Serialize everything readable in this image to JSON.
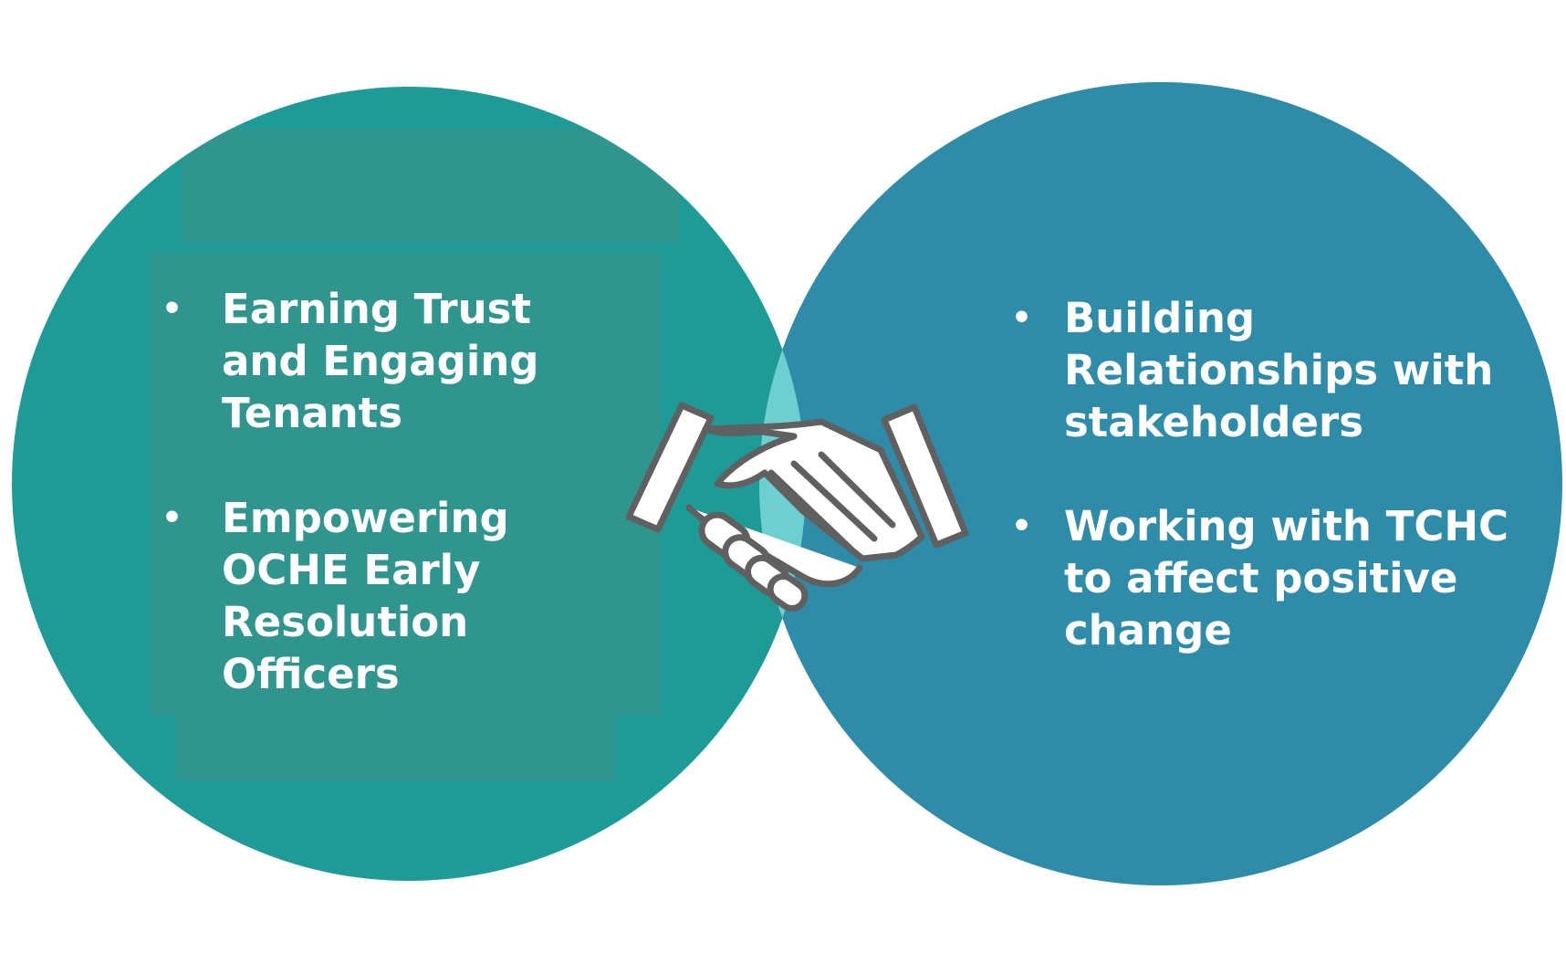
{
  "colors": {
    "left_circle": "#1e9b96",
    "right_circle": "#2f8ca9",
    "overlap": "#6ecfd0",
    "text_panel": "#31958f",
    "text": "#ffffff",
    "handshake_fill": "#ffffff",
    "handshake_outline": "#606060"
  },
  "left": {
    "items": [
      {
        "bullet": "•",
        "text": "Earning Trust and Engaging Tenants"
      },
      {
        "bullet": "•",
        "text": "Empowering OCHE Early Resolution Officers"
      }
    ]
  },
  "right": {
    "items": [
      {
        "bullet": "•",
        "text": "Building Relationships with stakeholders"
      },
      {
        "bullet": "•",
        "text": "Working with TCHC to affect positive change"
      }
    ]
  },
  "center": {
    "icon": "handshake-icon"
  }
}
